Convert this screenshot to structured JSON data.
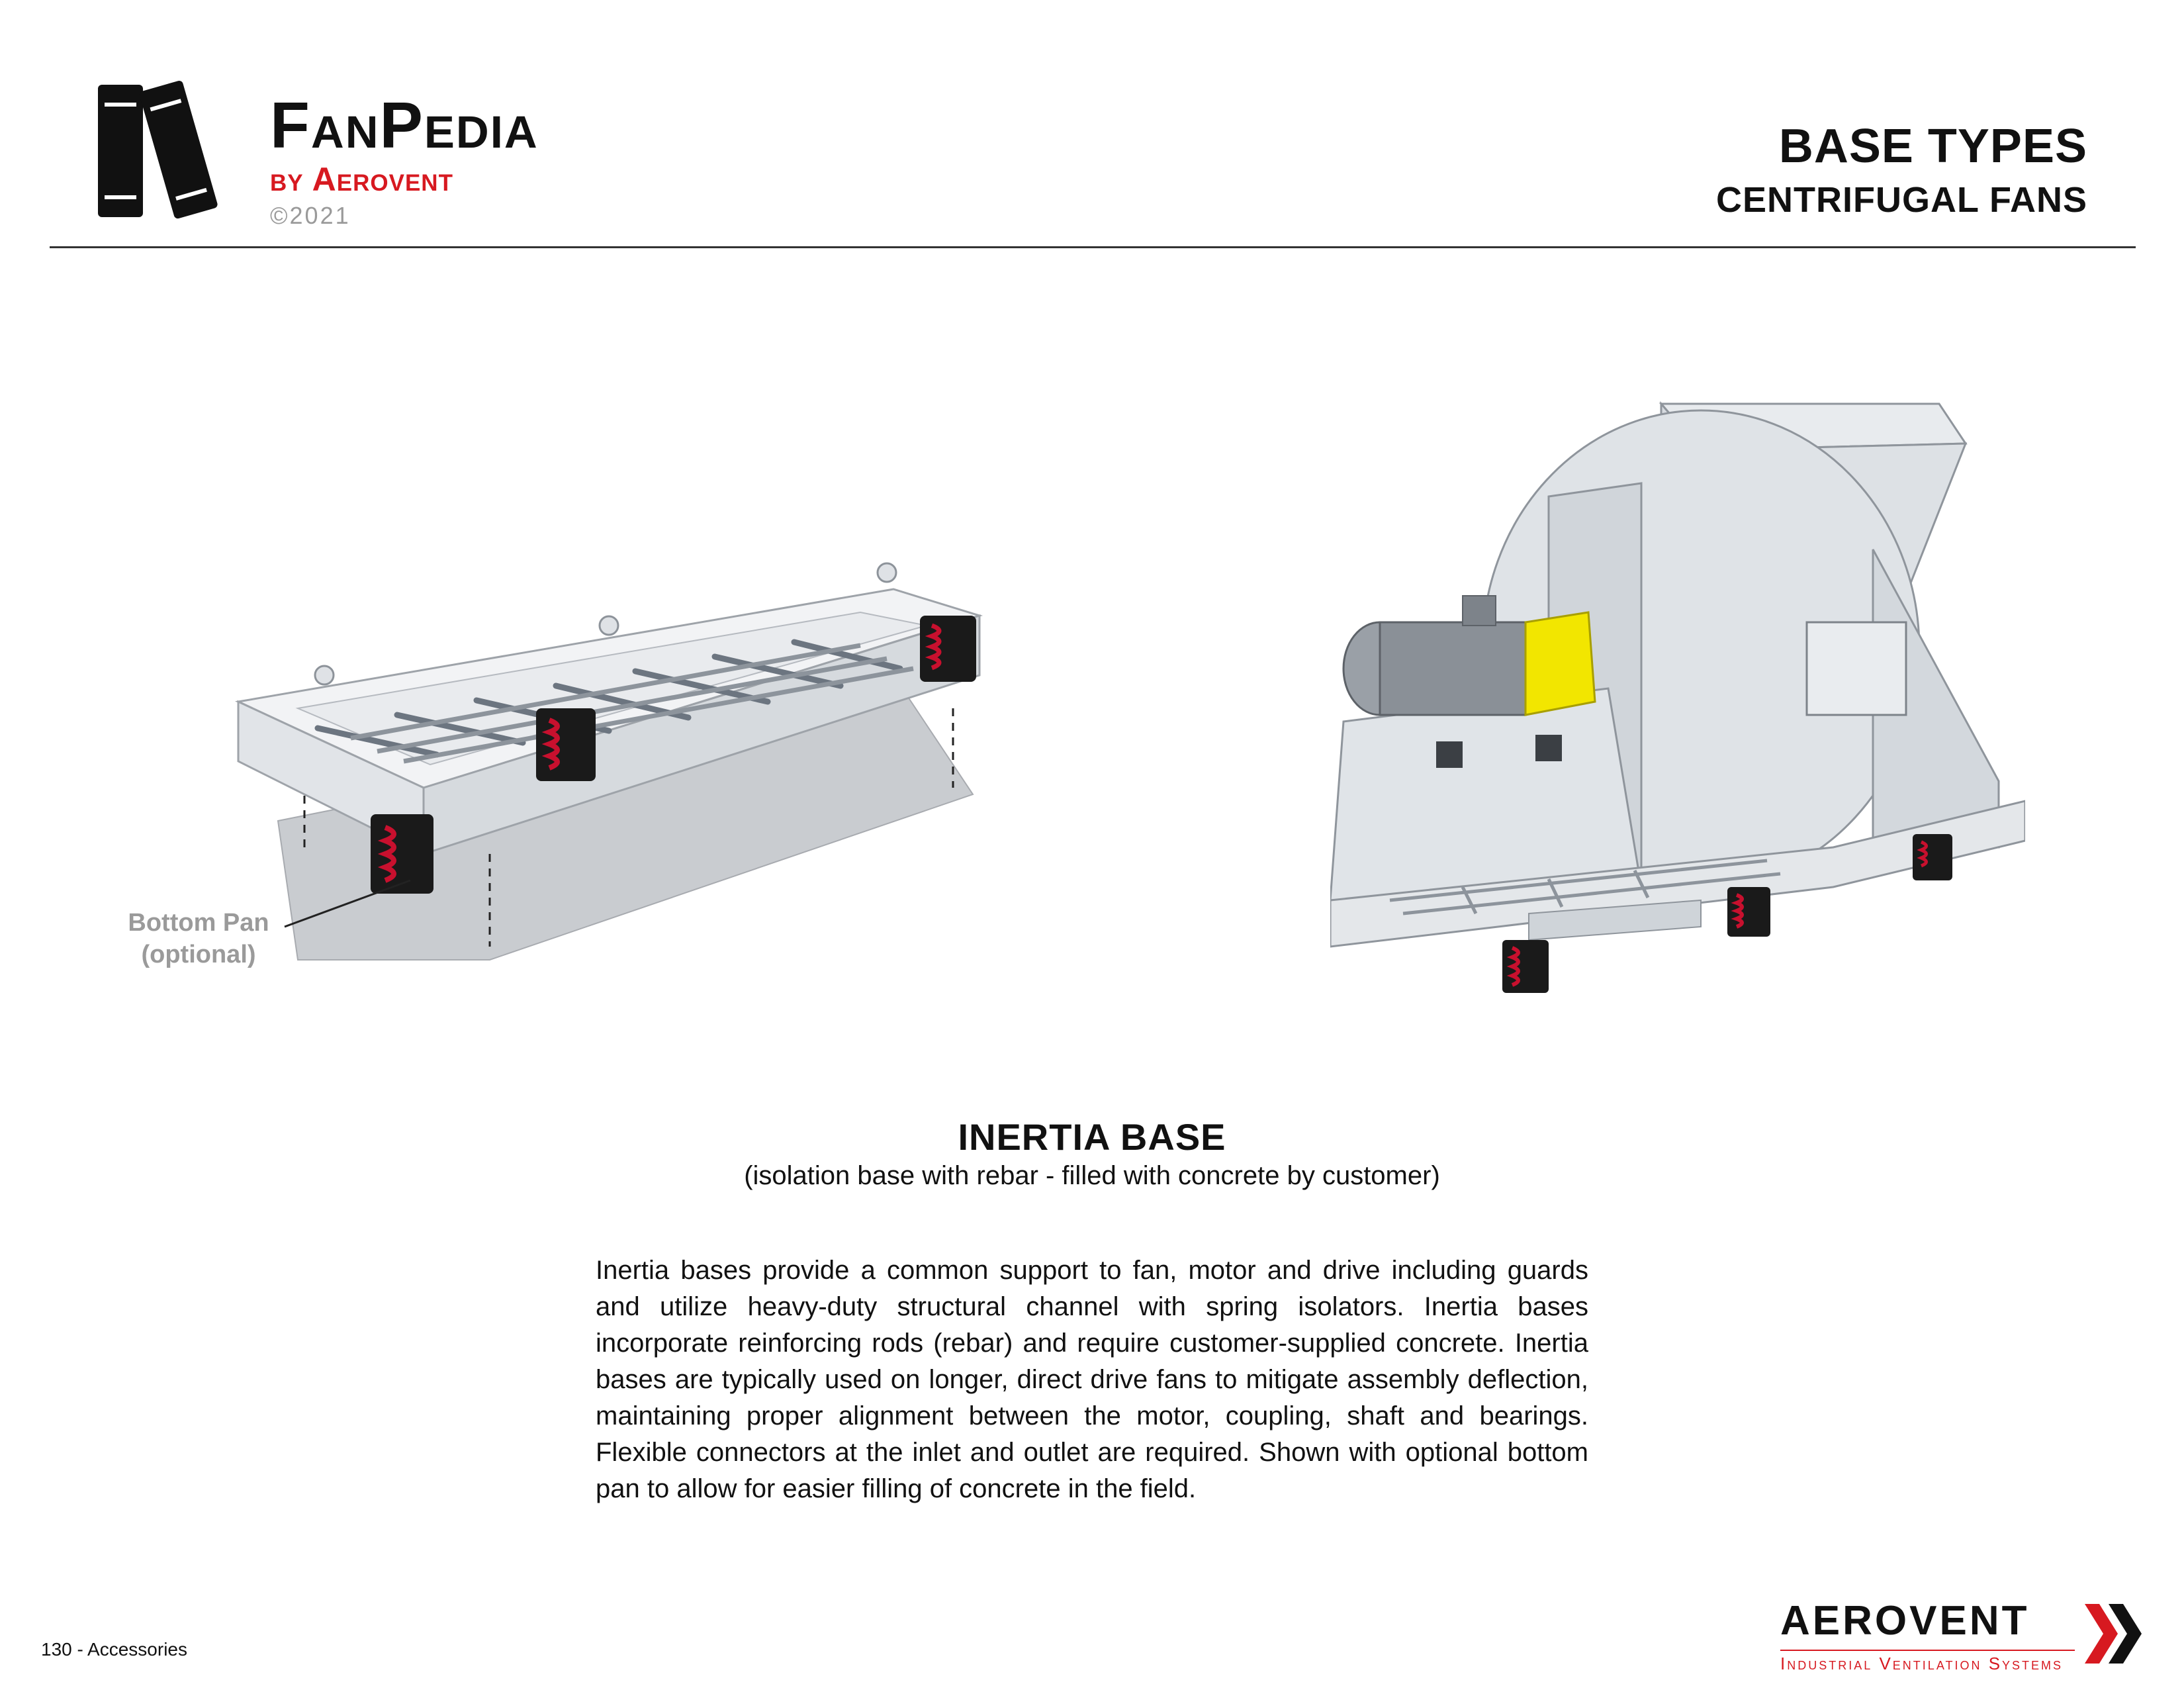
{
  "brand": {
    "name": "FanPedia",
    "by_line": "by Aerovent",
    "copyright": "©2021"
  },
  "header": {
    "title": "BASE TYPES",
    "subtitle": "CENTRIFUGAL FANS"
  },
  "illustrations": {
    "base_callout": "Bottom Pan\n(optional)",
    "base_image_icon": "inertia-base-illustration",
    "fan_image_icon": "centrifugal-fan-illustration"
  },
  "caption": {
    "title": "INERTIA BASE",
    "subtitle": "(isolation base with rebar - filled with concrete by customer)"
  },
  "description": "Inertia bases provide a common support to fan, motor and drive including guards and utilize heavy-duty structural channel with spring isolators. Inertia bases incorporate reinforcing rods (rebar) and require customer-supplied concrete. Inertia bases are typically used on longer, direct drive fans to mitigate assembly deflection, maintaining proper alignment between the motor, coupling, shaft and bearings. Flexible connectors at the inlet and outlet are required. Shown with optional bottom pan to allow for easier filling of concrete in the field.",
  "footer": {
    "page_label": "130 - Accessories",
    "logo_name": "AEROVENT",
    "logo_tagline": "Industrial Ventilation Systems"
  },
  "colors": {
    "accent_red": "#d71920",
    "text_dark": "#111111",
    "gray_label": "#9a9a9a",
    "steel": "#e3e6ea",
    "isolator_black": "#1a1a1a",
    "spring_red": "#c8102e",
    "coupling_yellow": "#f2e600"
  }
}
